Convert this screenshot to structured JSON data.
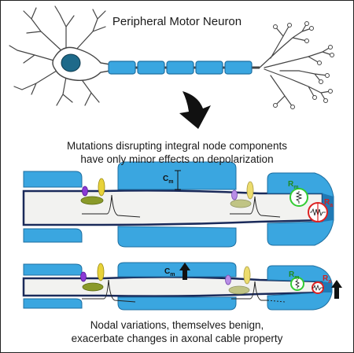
{
  "title": "Peripheral Motor Neuron",
  "caption_top": [
    "Mutations disrupting integral node components",
    "have only minor effects on depolarization"
  ],
  "caption_bottom": [
    "Nodal variations, themselves benign,",
    "exacerbate changes in axonal cable property"
  ],
  "labels": {
    "cm": "C",
    "cm_sub": "m",
    "r_m": "R",
    "r_m_sub": "m",
    "r_a": "R",
    "r_a_sub": "a"
  },
  "colors": {
    "myelin": "#3aa6e0",
    "myelin_dark": "#1f79b5",
    "axon_outline": "#1a2a5a",
    "nucleus": "#1e6a8a",
    "channel_yellow": "#e8d23a",
    "channel_purple": "#8a3ad6",
    "channel_green": "#7fa24a",
    "rm_green": "#33cc33",
    "ra_red": "#dd2222"
  }
}
